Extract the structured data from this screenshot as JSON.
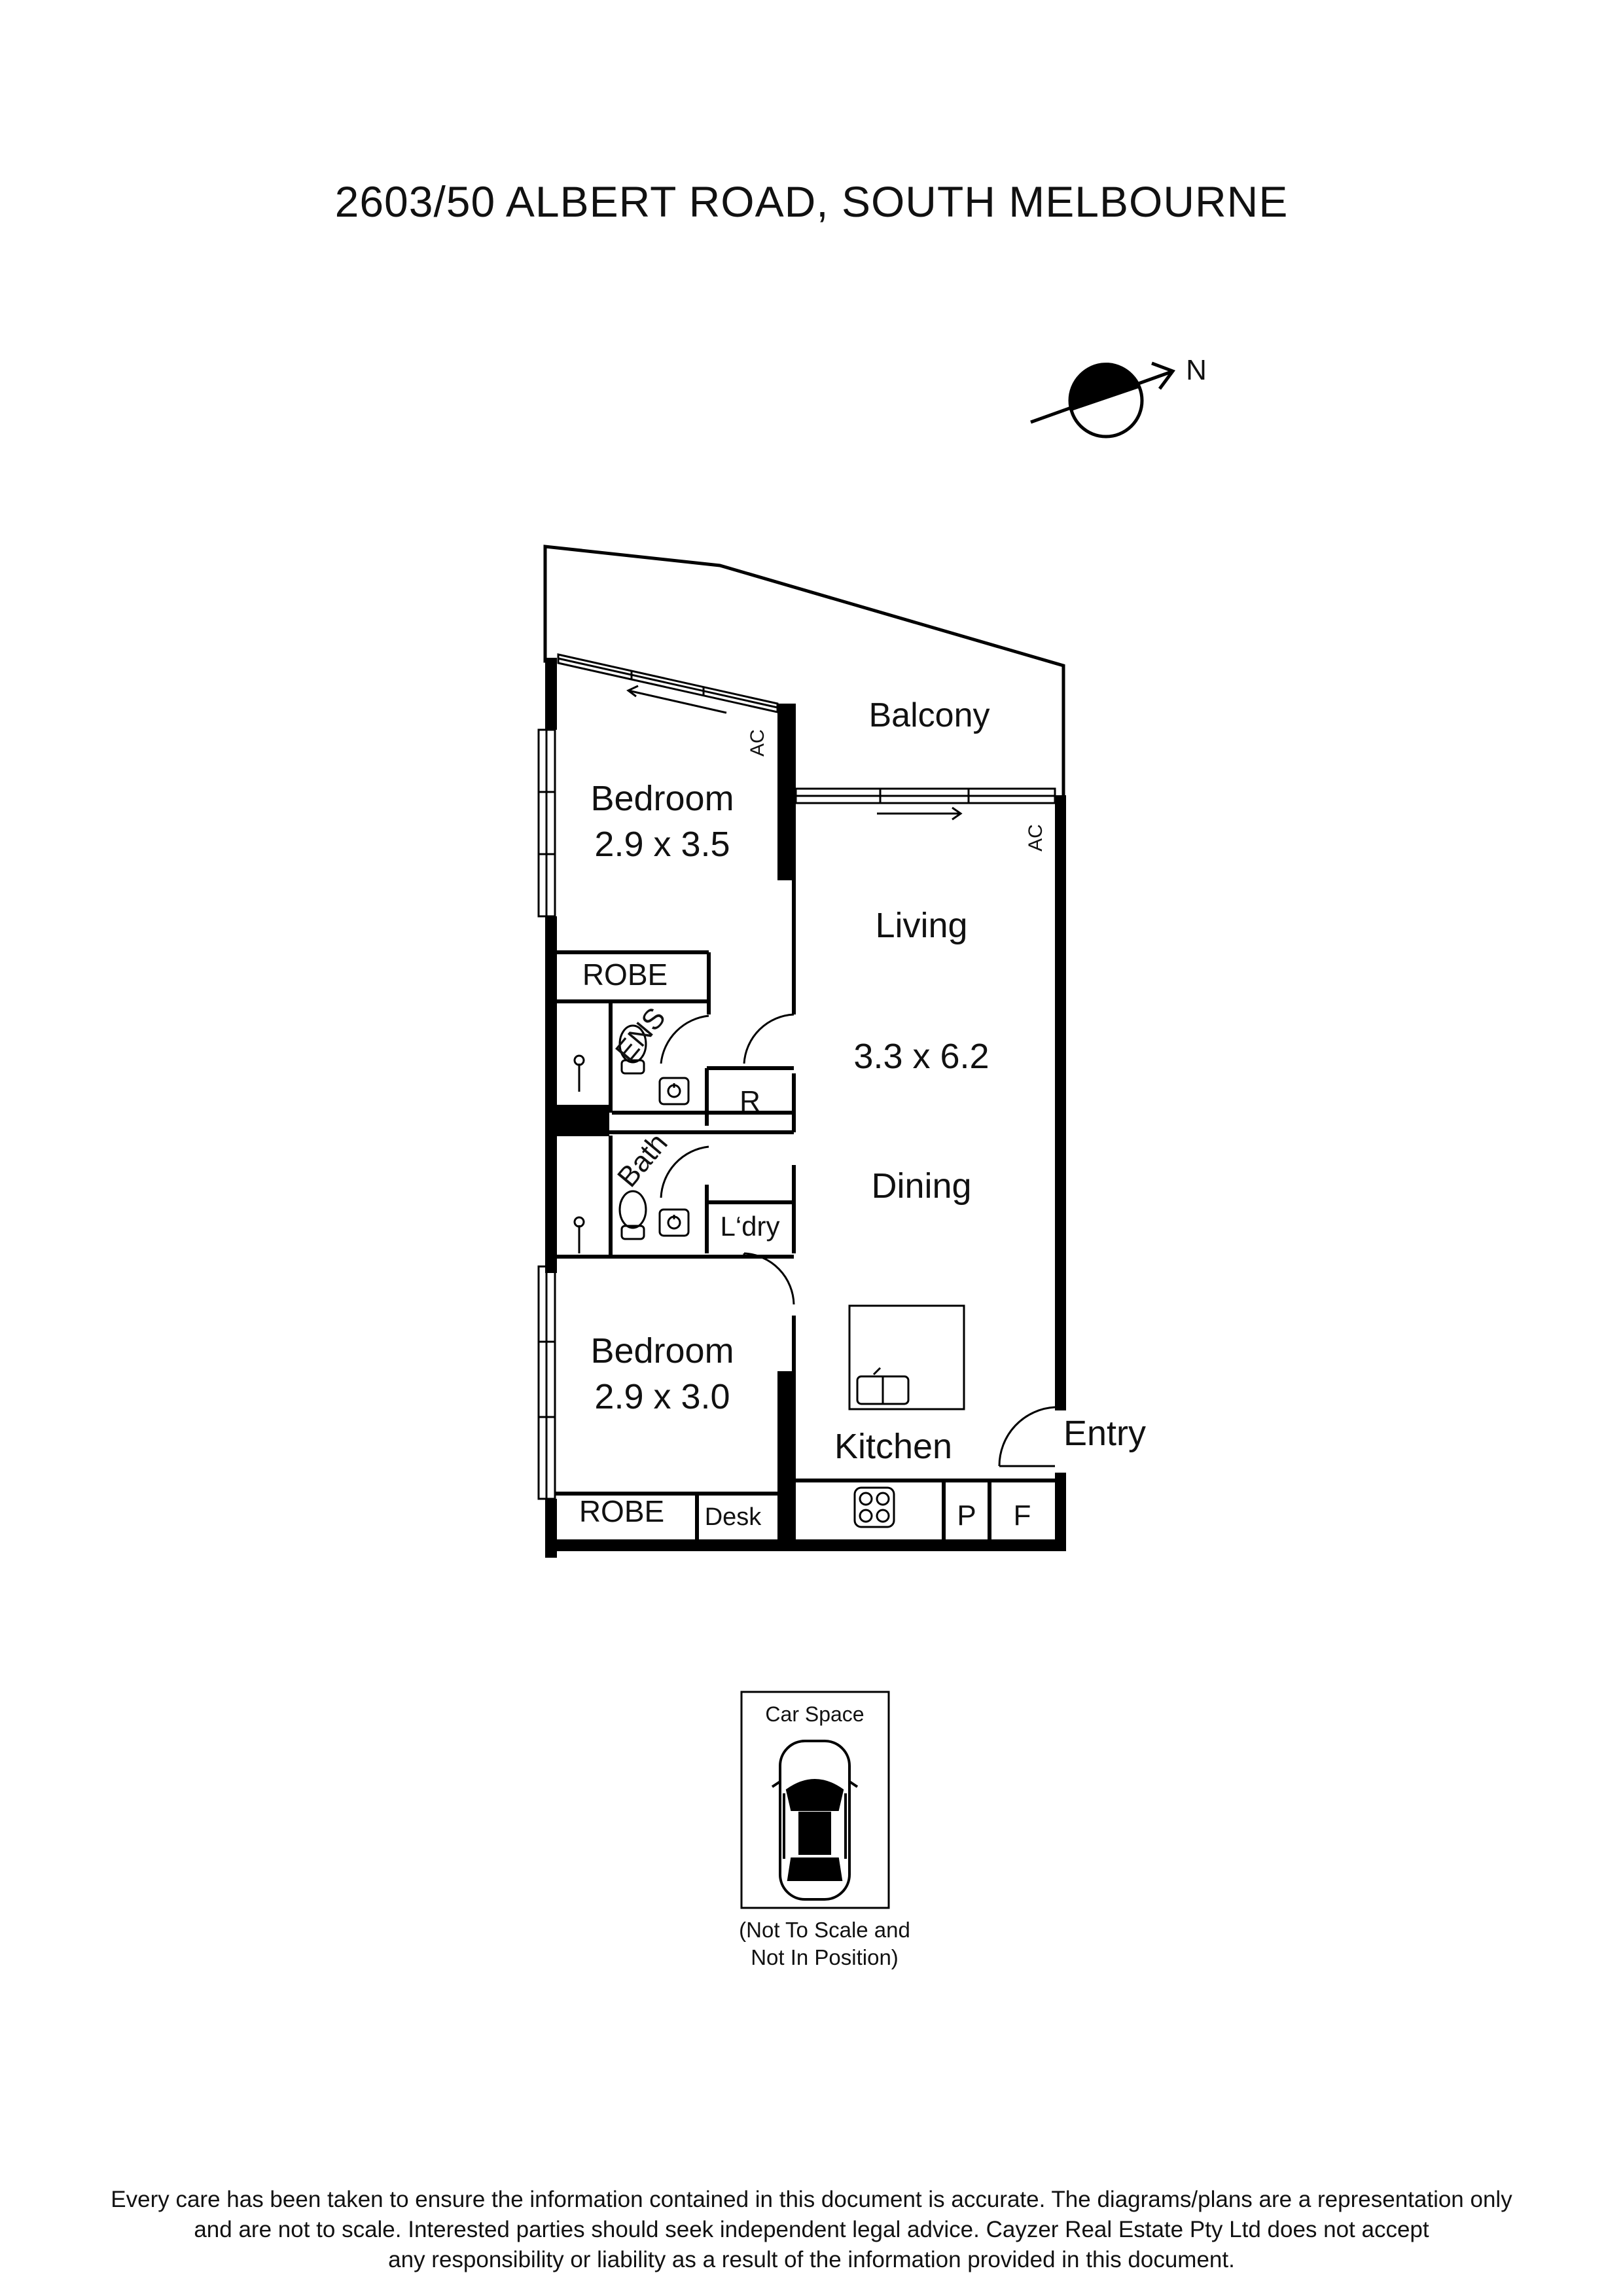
{
  "title": "2603/50 ALBERT ROAD, SOUTH MELBOURNE",
  "compass": {
    "label": "N",
    "icon": "north-arrow-icon"
  },
  "rooms": {
    "balcony": "Balcony",
    "bedroom1": {
      "name": "Bedroom",
      "size": "2.9 x 3.5"
    },
    "bedroom2": {
      "name": "Bedroom",
      "size": "2.9 x 3.0"
    },
    "living": "Living",
    "living_size": "3.3 x 6.2",
    "dining": "Dining",
    "kitchen": "Kitchen",
    "entry": "Entry",
    "robe1": "ROBE",
    "robe2": "ROBE",
    "ens": "ENS",
    "bath": "Bath",
    "r": "R",
    "laundry": "L‘dry",
    "desk": "Desk",
    "pantry": "P",
    "fridge": "F",
    "ac1": "AC",
    "ac2": "AC"
  },
  "car_space": {
    "label": "Car Space",
    "note_line1": "(Not To Scale and",
    "note_line2": "Not In Position)"
  },
  "disclaimer": [
    "Every care has been taken to ensure the information contained in this document is accurate. The diagrams/plans are a representation only",
    "and are not to scale. Interested parties should seek independent legal advice. Cayzer Real Estate Pty Ltd does not accept",
    "any responsibility or liability as a result of the information provided in this document."
  ]
}
